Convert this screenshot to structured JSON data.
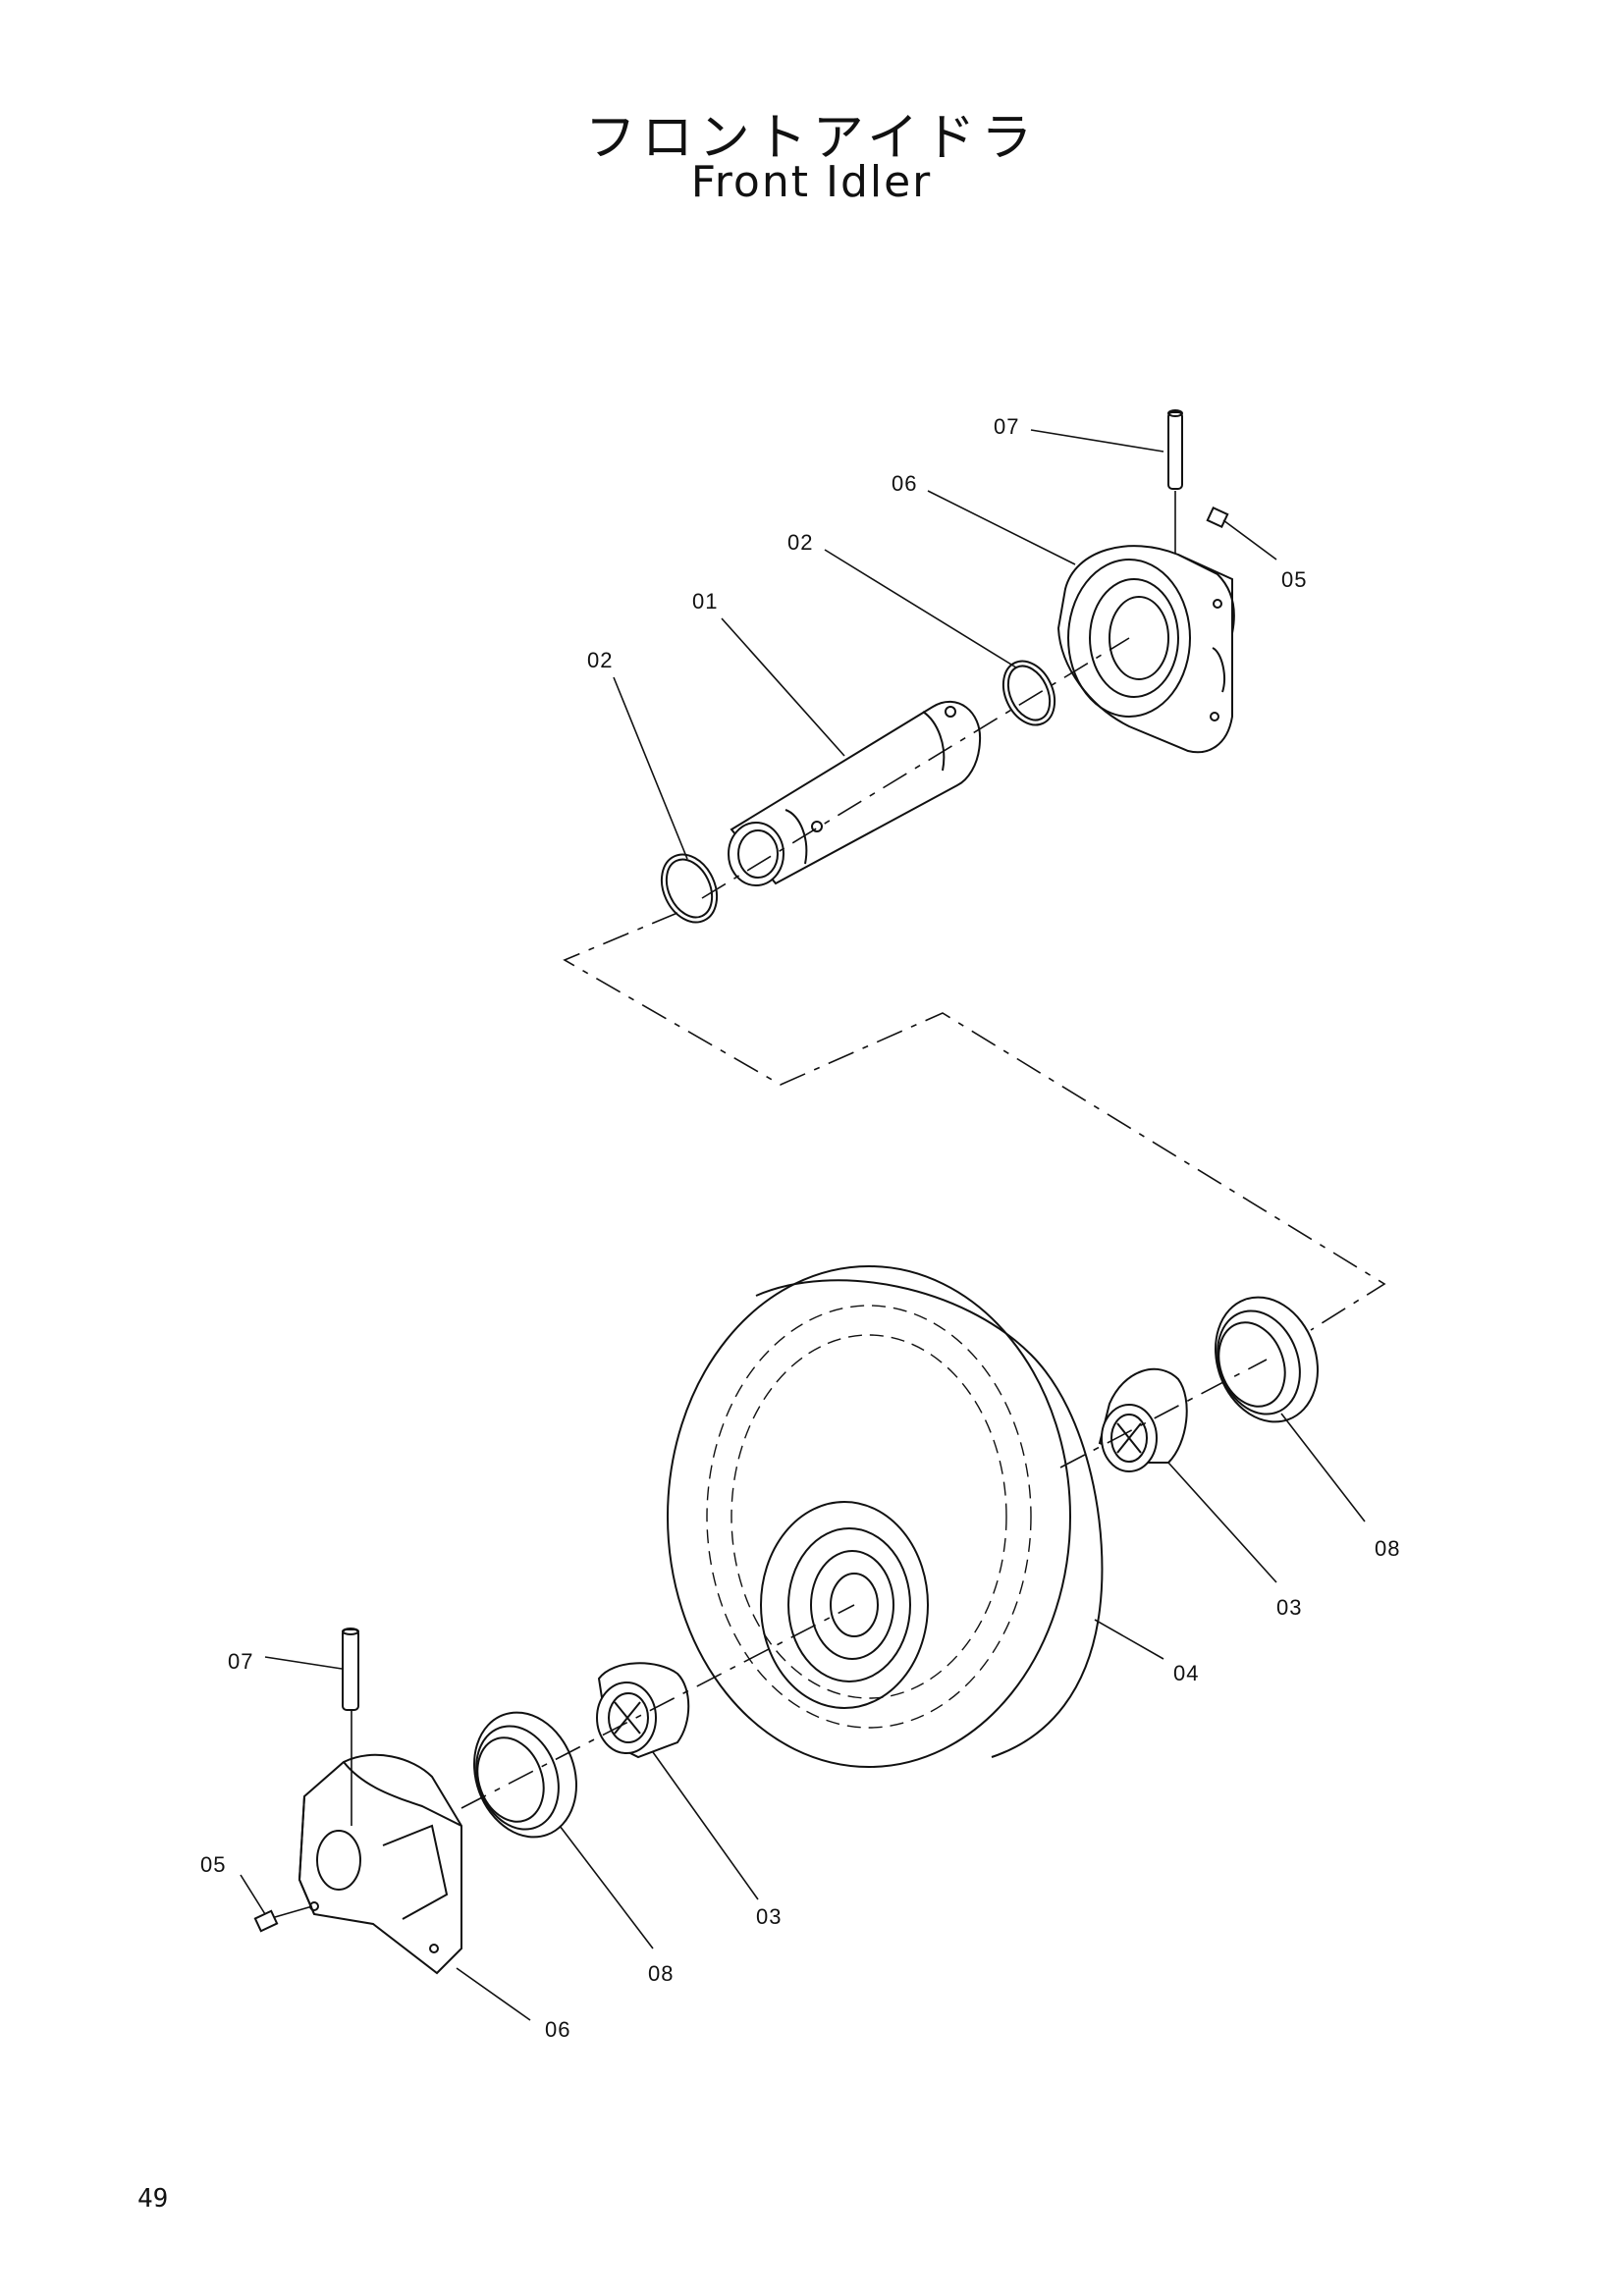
{
  "title": {
    "japanese": "フロントアイドラ",
    "english": "Front Idler"
  },
  "callouts": {
    "upper": {
      "p07": "07",
      "p06": "06",
      "p05": "05",
      "p02a": "02",
      "p01": "01",
      "p02b": "02"
    },
    "lower": {
      "p08a": "08",
      "p03a": "03",
      "p04": "04",
      "p07": "07",
      "p05": "05",
      "p03b": "03",
      "p08b": "08",
      "p06": "06"
    }
  },
  "page_number": "49"
}
